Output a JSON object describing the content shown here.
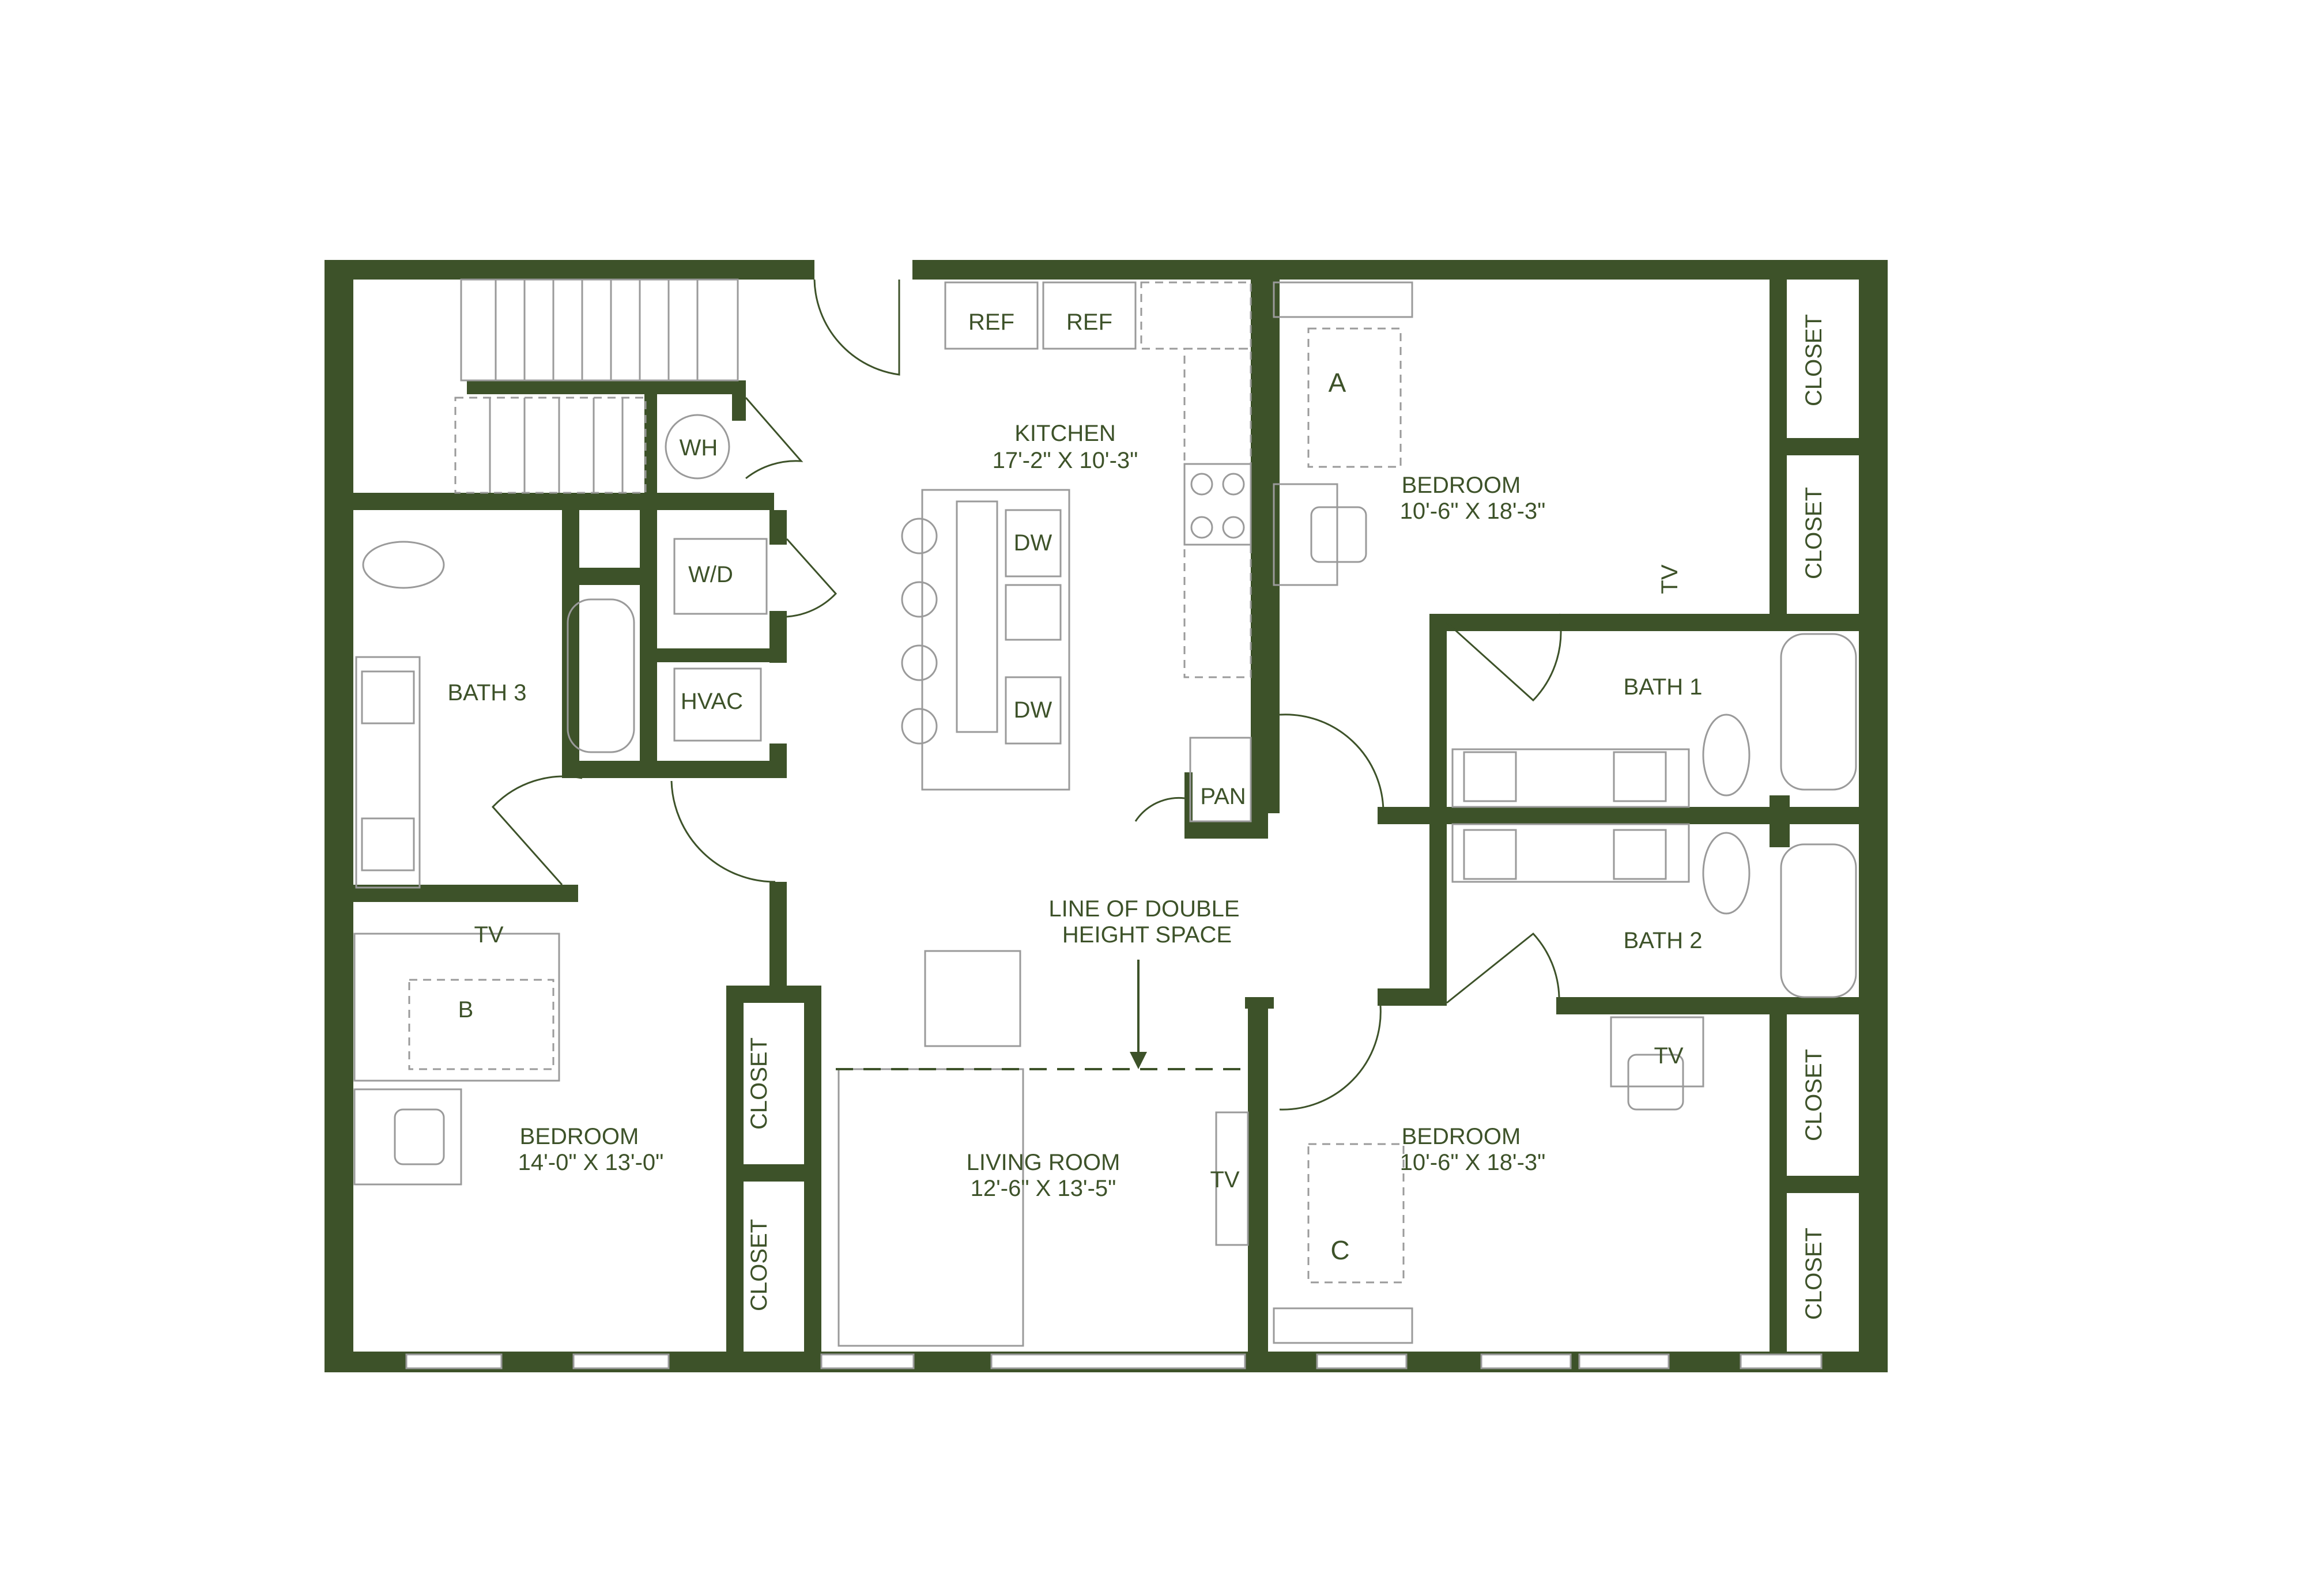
{
  "colors": {
    "wall": "#3d5229",
    "fixture": "#9a9a9a",
    "background": "#ffffff"
  },
  "rooms": {
    "kitchen": {
      "name": "KITCHEN",
      "dims": "17'-2\" X 10'-3\""
    },
    "bedroom_a": {
      "name": "BEDROOM",
      "dims": "10'-6\" X 18'-3\"",
      "marker": "A"
    },
    "bedroom_b": {
      "name": "BEDROOM",
      "dims": "14'-0\" X 13'-0\"",
      "marker": "B"
    },
    "bedroom_c": {
      "name": "BEDROOM",
      "dims": "10'-6\" X 18'-3\"",
      "marker": "C"
    },
    "living": {
      "name": "LIVING ROOM",
      "dims": "12'-6\" X 13'-5\""
    },
    "bath1": {
      "name": "BATH 1"
    },
    "bath2": {
      "name": "BATH 2"
    },
    "bath3": {
      "name": "BATH 3"
    }
  },
  "fixtures": {
    "ref": "REF",
    "dw": "DW",
    "wh": "WH",
    "wd": "W/D",
    "hvac": "HVAC",
    "pan": "PAN",
    "tv": "TV",
    "closet": "CLOSET"
  },
  "annotations": {
    "double_height_line1": "LINE OF DOUBLE",
    "double_height_line2": "HEIGHT SPACE"
  }
}
